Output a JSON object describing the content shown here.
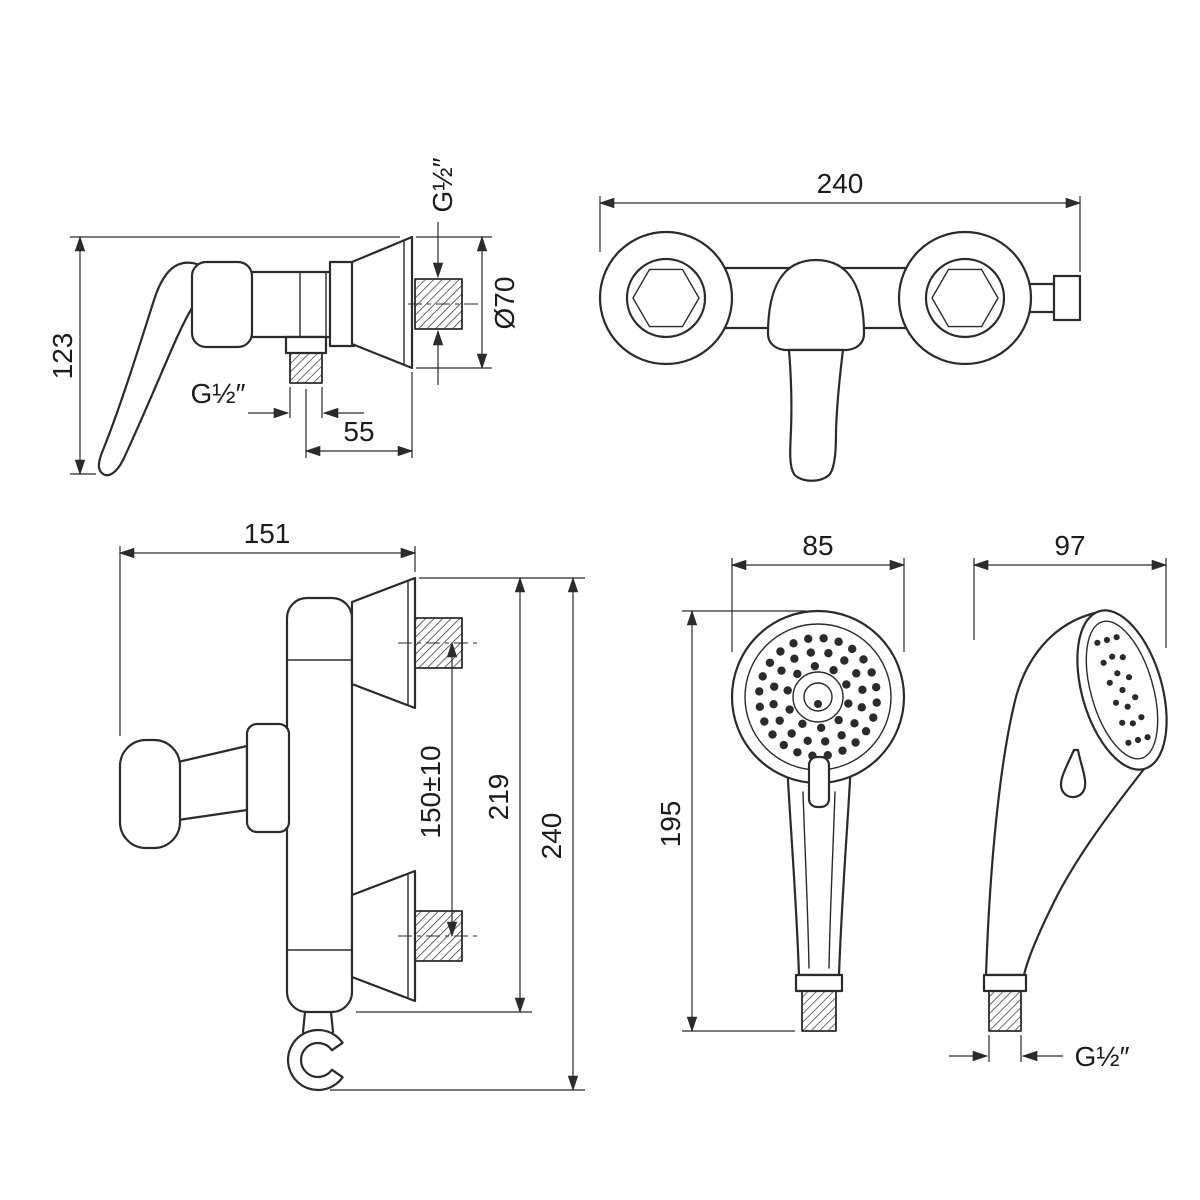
{
  "drawing": {
    "line_color": "#2b2b2b",
    "background": "#ffffff"
  },
  "dims": {
    "mixer_side": {
      "height": "123",
      "thread_top": "G½″",
      "flange_diameter": "Ø70",
      "thread_bottom": "G½″",
      "outlet_offset": "55"
    },
    "mixer_front": {
      "width": "240"
    },
    "mixer_profile": {
      "depth": "151",
      "inlet_spacing": "150±10",
      "body_height": "219",
      "total_height": "240"
    },
    "handshower_front": {
      "head_diameter": "85",
      "length": "195"
    },
    "handshower_side": {
      "depth": "97",
      "thread": "G½″"
    }
  }
}
